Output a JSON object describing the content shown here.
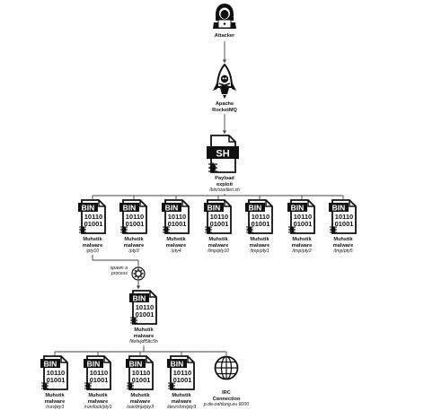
{
  "attacker": {
    "title": "Attacker",
    "icon": "hacker-icon"
  },
  "rocketmq": {
    "title": "Apache\nRocketMQ",
    "icon": "rocket-icon"
  },
  "payload": {
    "title": "Payload\nexploit",
    "path": "/bin/startleri.sh",
    "file_tag": "SH"
  },
  "bin_glyph": {
    "tag": "BIN",
    "line1": "10110",
    "line2": "01001"
  },
  "first_tier": [
    {
      "title": "Muhstik\nmalware",
      "path": "/pty10"
    },
    {
      "title": "Muhstik\nmalware",
      "path": "/pty3"
    },
    {
      "title": "Muhstik\nmalware",
      "path": "/pty4"
    },
    {
      "title": "Muhstik\nmalware",
      "path": "/tmp/pty10"
    },
    {
      "title": "Muhstik\nmalware",
      "path": "/tmp/pty1"
    },
    {
      "title": "Muhstik\nmalware",
      "path": "/tmp/pty2"
    },
    {
      "title": "Muhstik\nmalware",
      "path": "/tmp/pty5"
    }
  ],
  "spawn_label": "spawn a\nprocess",
  "middle": {
    "title": "Muhstik\nmalware",
    "path": "fifefwjdf5ltc5h"
  },
  "second_tier": [
    {
      "title": "Muhstik\nmalware",
      "path": "/run/pty3"
    },
    {
      "title": "Muhstik\nmalware",
      "path": "/run/lock/pty3"
    },
    {
      "title": "Muhstik\nmalware",
      "path": "/var/tmp/pty3"
    },
    {
      "title": "Muhstik\nmalware",
      "path": "/dev/shm/pty3"
    }
  ],
  "irc": {
    "title": "IRC\nConnection",
    "path": "p.de-zahlung.eu 9000",
    "icon": "globe-icon"
  }
}
